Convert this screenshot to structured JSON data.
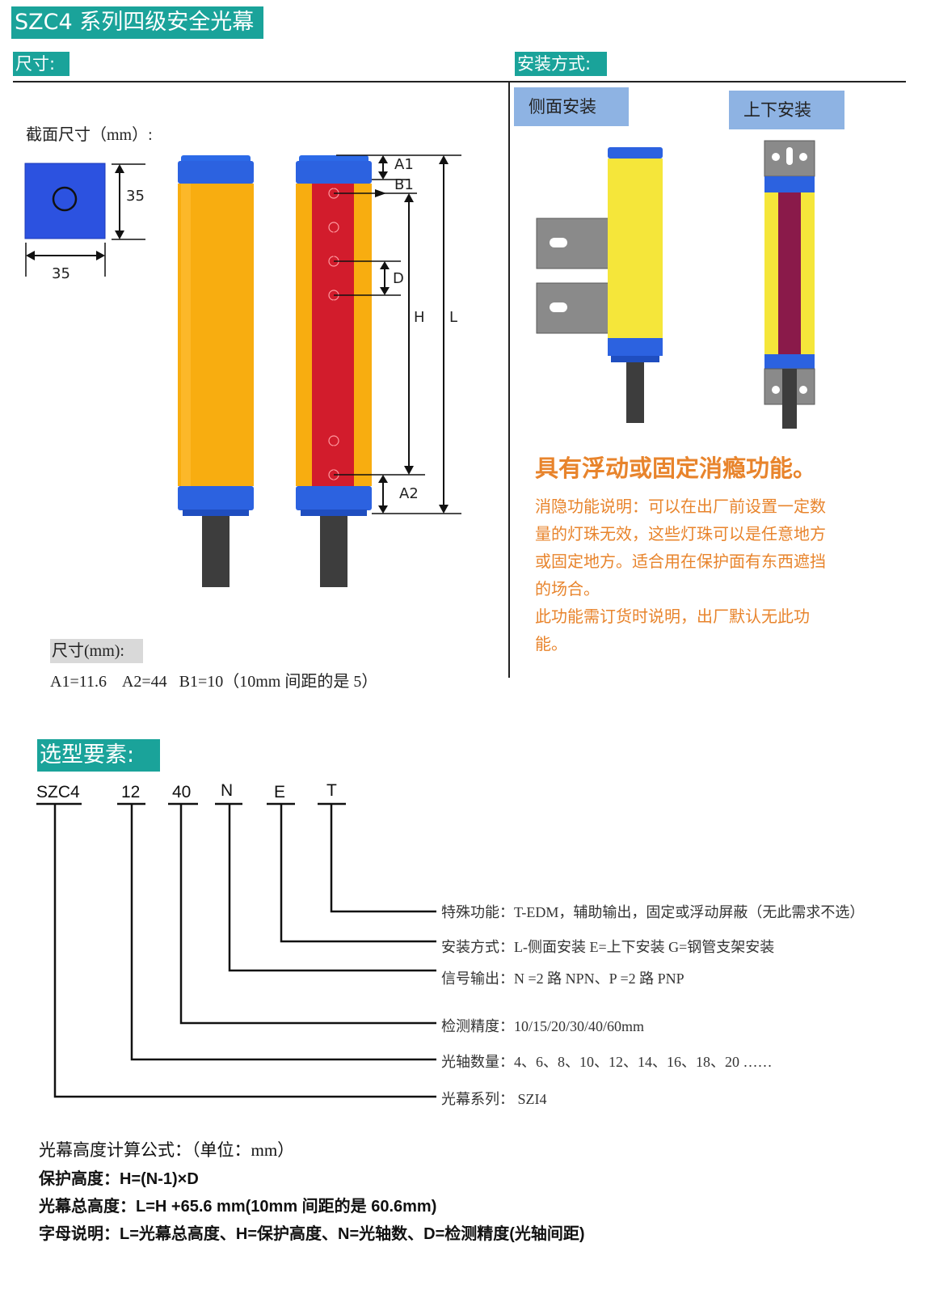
{
  "title": "SZC4 系列四级安全光幕",
  "sections": {
    "size": "尺寸:",
    "mounting": "安装方式:",
    "selection": "选型要素:"
  },
  "size_panel": {
    "cross_section_label": "截面尺寸（mm）:",
    "dim_height": "35",
    "dim_width": "35",
    "dim_labels": {
      "a1": "A1",
      "b1": "B1",
      "d": "D",
      "h": "H",
      "l": "L",
      "a2": "A2"
    },
    "dims_title": "尺寸(mm):",
    "dims_values": "A1=11.6    A2=44   B1=10（10mm 间距的是 5）"
  },
  "mounting_panel": {
    "side_label": "侧面安装",
    "top_bottom_label": "上下安装",
    "feature_title": "具有浮动或固定消瘾功能。",
    "feature_desc_lines": [
      "消隐功能说明：可以在出厂前设置一定数",
      "量的灯珠无效，这些灯珠可以是任意地方",
      "或固定地方。适合用在保护面有东西遮挡",
      "的场合。",
      "此功能需订货时说明，出厂默认无此功",
      "能。"
    ]
  },
  "selection": {
    "codes": [
      "SZC4",
      "12",
      "40",
      "N",
      "E",
      "T"
    ],
    "items": [
      {
        "code": "T",
        "text": "特殊功能：T-EDM，辅助输出，固定或浮动屏蔽（无此需求不选）"
      },
      {
        "code": "E",
        "text": "安装方式：L-侧面安装   E=上下安装   G=钢管支架安装"
      },
      {
        "code": "N",
        "text": "信号输出：N =2 路 NPN、P =2 路 PNP"
      },
      {
        "code": "40",
        "text": "检测精度：10/15/20/30/40/60mm"
      },
      {
        "code": "12",
        "text": "光轴数量：4、6、8、10、12、14、16、18、20 ……"
      },
      {
        "code": "SZC4",
        "text": "光幕系列：  SZI4"
      }
    ]
  },
  "formula": {
    "title": "光幕高度计算公式：（单位：mm）",
    "protect": "保护高度：H=(N-1)×D",
    "total": "光幕总高度：L=H +65.6 mm(10mm 间距的是 60.6mm)",
    "legend": "字母说明：L=光幕总高度、H=保护高度、N=光轴数、D=检测精度(光轴间距)"
  },
  "colors": {
    "teal": "#1aa39a",
    "light_blue": "#8eb3e3",
    "cap_blue": "#2c62e0",
    "orange_body": "#f8ad10",
    "red_strip": "#d21c2c",
    "yellow_body": "#f5e63a",
    "maroon_strip": "#8a1a4a",
    "accent_text": "#e8842c"
  }
}
